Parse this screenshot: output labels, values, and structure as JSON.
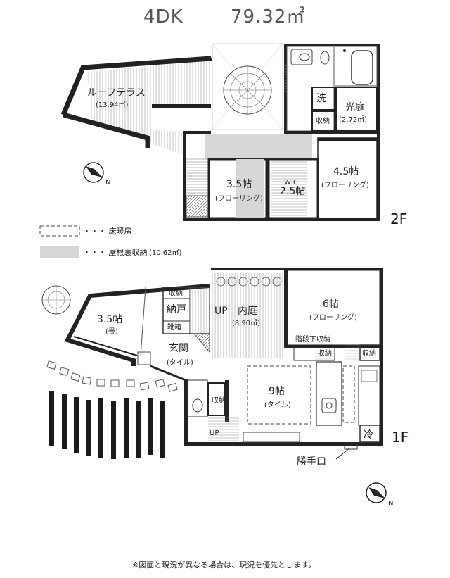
{
  "title": {
    "layout": "4DK",
    "area": "79.32㎡"
  },
  "second_floor": {
    "label": "2F",
    "roof_terrace": {
      "name": "ルーフテラス",
      "area": "(13.94㎡)"
    },
    "wash": "洗",
    "storage": "収納",
    "light_court": {
      "name": "光庭",
      "area": "(2.72㎡)"
    },
    "room_35": {
      "name": "3.5帖",
      "sub": "(フローリング)"
    },
    "wic": {
      "name": "WIC",
      "size": "2.5帖"
    },
    "room_45": {
      "name": "4.5帖",
      "sub": "(フローリング)"
    }
  },
  "legend": {
    "floor_heating": "・・・ 床暖房",
    "attic_storage": "・・・ 屋根裏収納",
    "attic_area": "(10.62㎡)"
  },
  "first_floor": {
    "label": "1F",
    "room_35": {
      "name": "3.5帖",
      "sub": "(畳)"
    },
    "storage_top": "収納",
    "nando": "納戸",
    "shoe_box": "靴箱",
    "up": "UP",
    "inner_court": {
      "name": "内庭",
      "area": "(8.90㎡)"
    },
    "room_6": {
      "name": "6帖",
      "sub": "(フローリング)"
    },
    "under_stair": "階段下収納",
    "storage_a": "収納",
    "storage_b": "収納",
    "entrance": {
      "name": "玄関",
      "sub": "(タイル)"
    },
    "storage_c": "収納",
    "room_9": {
      "name": "9帖",
      "sub": "(タイル)"
    },
    "up2": "UP",
    "fridge": "冷",
    "service_door": "勝手口"
  },
  "note": "※図面と現況が異なる場合は、現況を優先とします。"
}
